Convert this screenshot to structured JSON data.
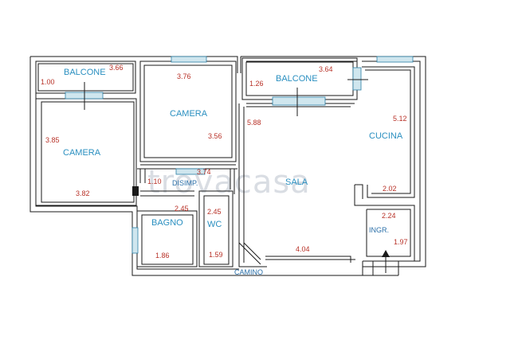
{
  "watermark": "trovacasa",
  "rooms": {
    "balcone_left": "BALCONE",
    "camera_top": "CAMERA",
    "balcone_right": "BALCONE",
    "camera_left": "CAMERA",
    "cucina": "CUCINA",
    "sala": "SALA",
    "disimp": "DISIMP.",
    "bagno": "BAGNO",
    "wc": "WC",
    "ingr": "INGR.",
    "camino": "CAMINO"
  },
  "dimensions": {
    "balcone_left_w": "3.66",
    "balcone_left_h": "1.00",
    "camera_top_w": "3.76",
    "camera_top_h": "3.56",
    "balcone_right_w": "3.64",
    "balcone_right_h": "1.26",
    "camera_left_h": "3.85",
    "camera_left_w": "3.82",
    "sala_h": "5.88",
    "cucina_h": "5.12",
    "cucina_w": "2.02",
    "disimp_w": "3.74",
    "disimp_h": "1.10",
    "bagno_h": "2.45",
    "bagno_w": "1.86",
    "wc_h": "2.45",
    "wc_w": "1.59",
    "ingr_w": "2.24",
    "ingr_h": "1.97",
    "sala_w": "4.04"
  }
}
